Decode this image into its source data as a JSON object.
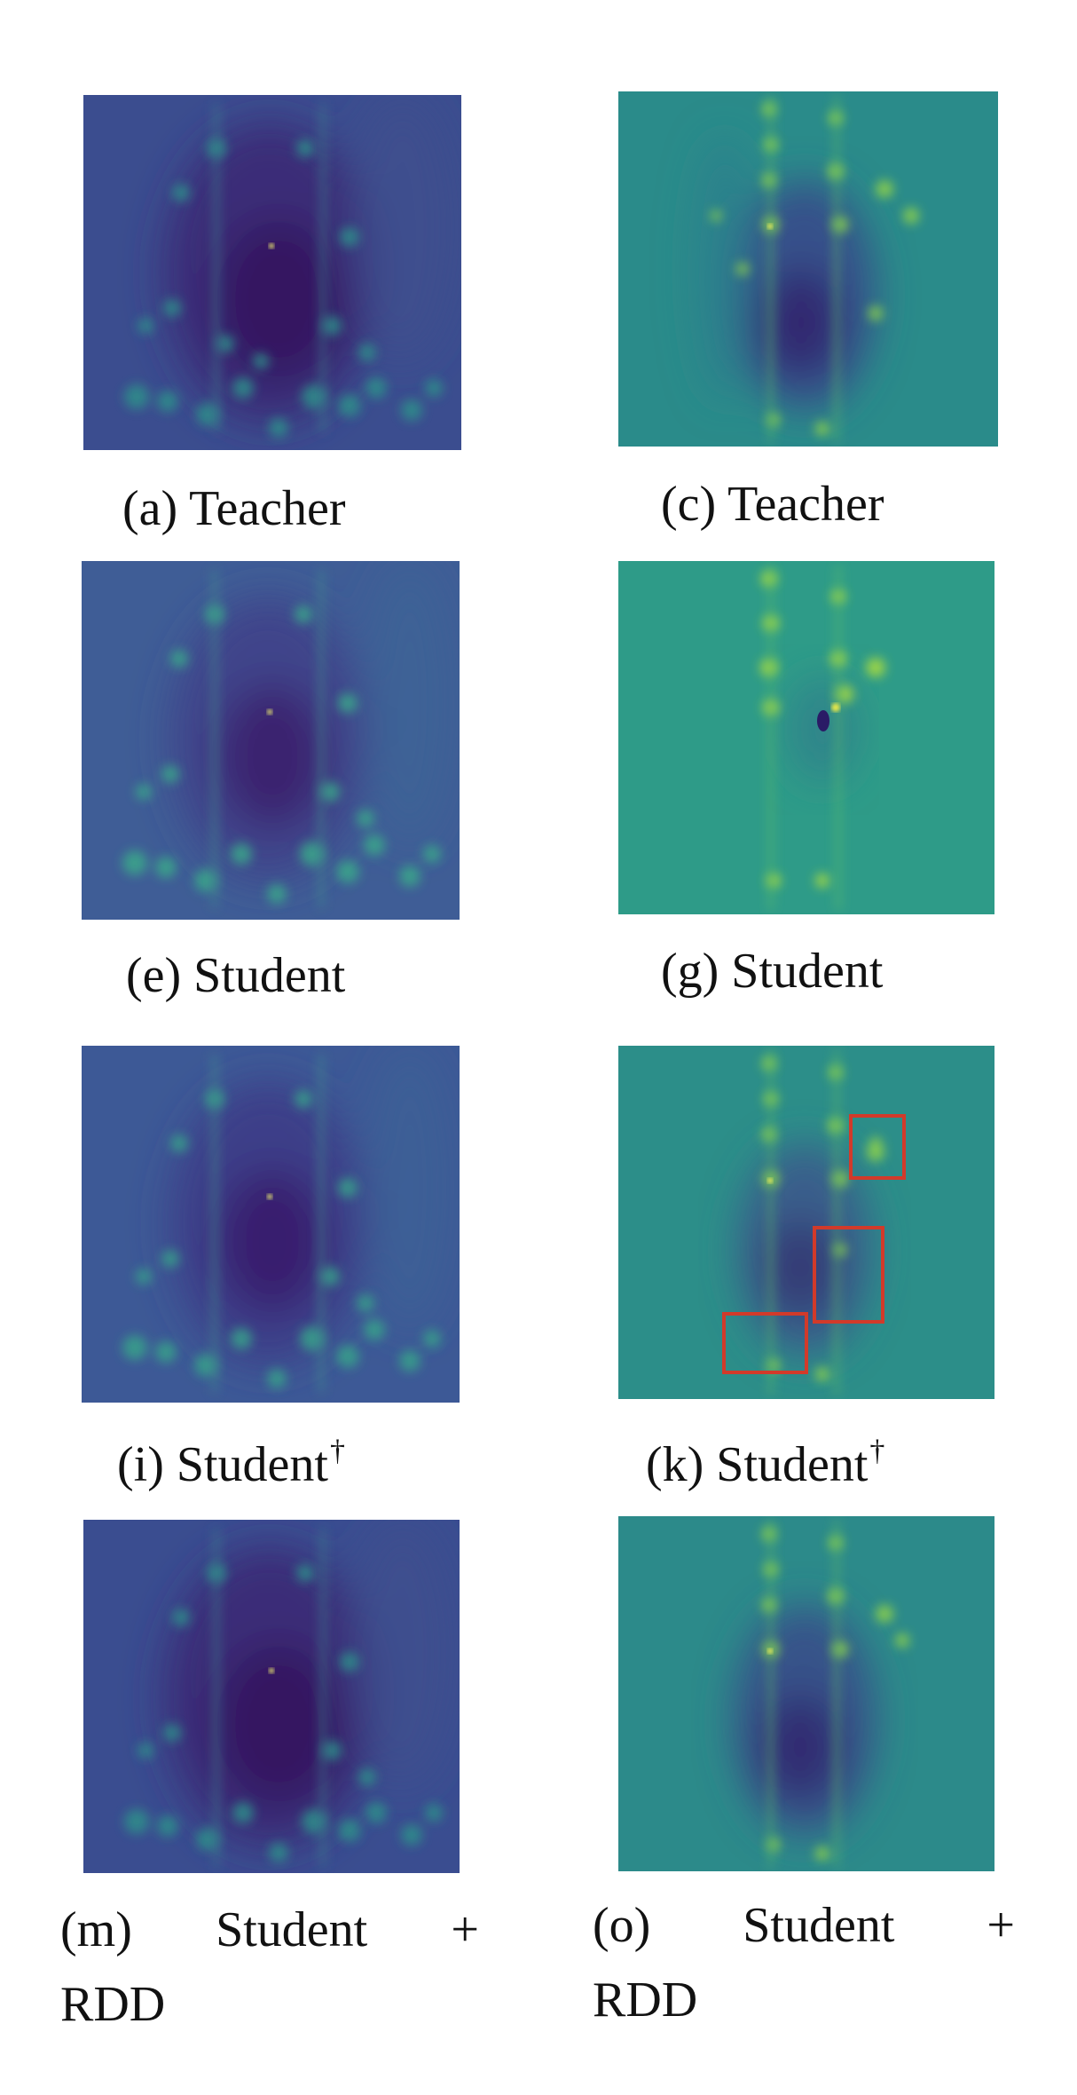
{
  "panels": [
    {
      "id": "a",
      "caption": "(a) Teacher",
      "colormap": "viridis",
      "style": "purple"
    },
    {
      "id": "c",
      "caption": "(c) Teacher",
      "colormap": "viridis",
      "style": "teal"
    },
    {
      "id": "e",
      "caption": "(e) Student",
      "colormap": "viridis",
      "style": "purple"
    },
    {
      "id": "g",
      "caption": "(g) Student",
      "colormap": "viridis",
      "style": "teal-flat"
    },
    {
      "id": "i",
      "caption_prefix": "(i) Student",
      "caption_mark": "†",
      "colormap": "viridis",
      "style": "purple"
    },
    {
      "id": "k",
      "caption_prefix": "(k) Student",
      "caption_mark": "†",
      "colormap": "viridis",
      "style": "teal",
      "highlight_boxes": 3,
      "highlight_color": "#d23a2a"
    },
    {
      "id": "m",
      "caption_line1": [
        "(m)",
        "Student",
        "+"
      ],
      "caption_line2": "RDD",
      "colormap": "viridis",
      "style": "purple"
    },
    {
      "id": "o",
      "caption_line1": [
        "(o)",
        "Student",
        "+"
      ],
      "caption_line2": "RDD",
      "colormap": "viridis",
      "style": "teal"
    }
  ]
}
